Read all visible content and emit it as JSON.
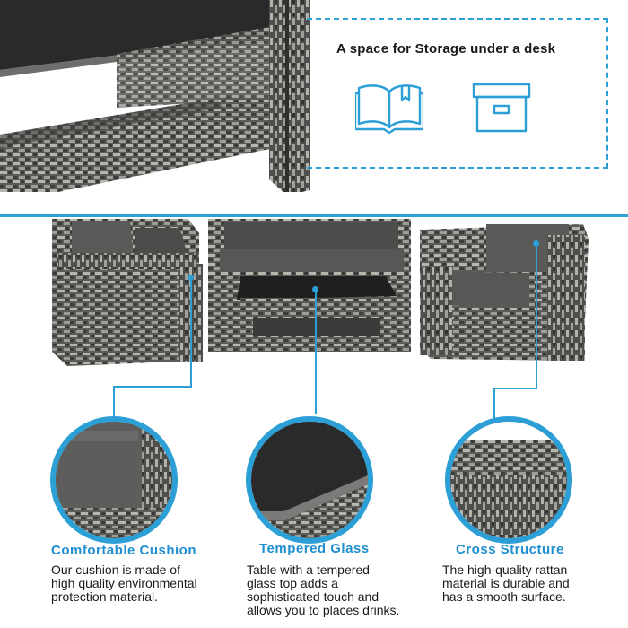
{
  "storage": {
    "caption": "A space for Storage under a desk",
    "icons": [
      "open-book-icon",
      "storage-box-icon"
    ],
    "icon_color": "#2b9fd6"
  },
  "features": [
    {
      "title": "Comfortable Cushion",
      "description": [
        "Our cushion is made of",
        "high quality environmental",
        "protection material."
      ]
    },
    {
      "title": "Tempered Glass",
      "description": [
        "Table with a tempered",
        "glass top adds a",
        "sophisticated touch and",
        "allows you to places drinks."
      ]
    },
    {
      "title": "Cross Structure",
      "description": [
        "The high-quality rattan",
        "material is durable and",
        "has a smooth surface."
      ]
    }
  ],
  "colors": {
    "accent": "#2b9fd6",
    "title_blue": "#1f8fd0",
    "rattan_dark": "#4a4a4a",
    "rattan_light": "#a8a8a2",
    "cushion": "#5a5a5a"
  }
}
